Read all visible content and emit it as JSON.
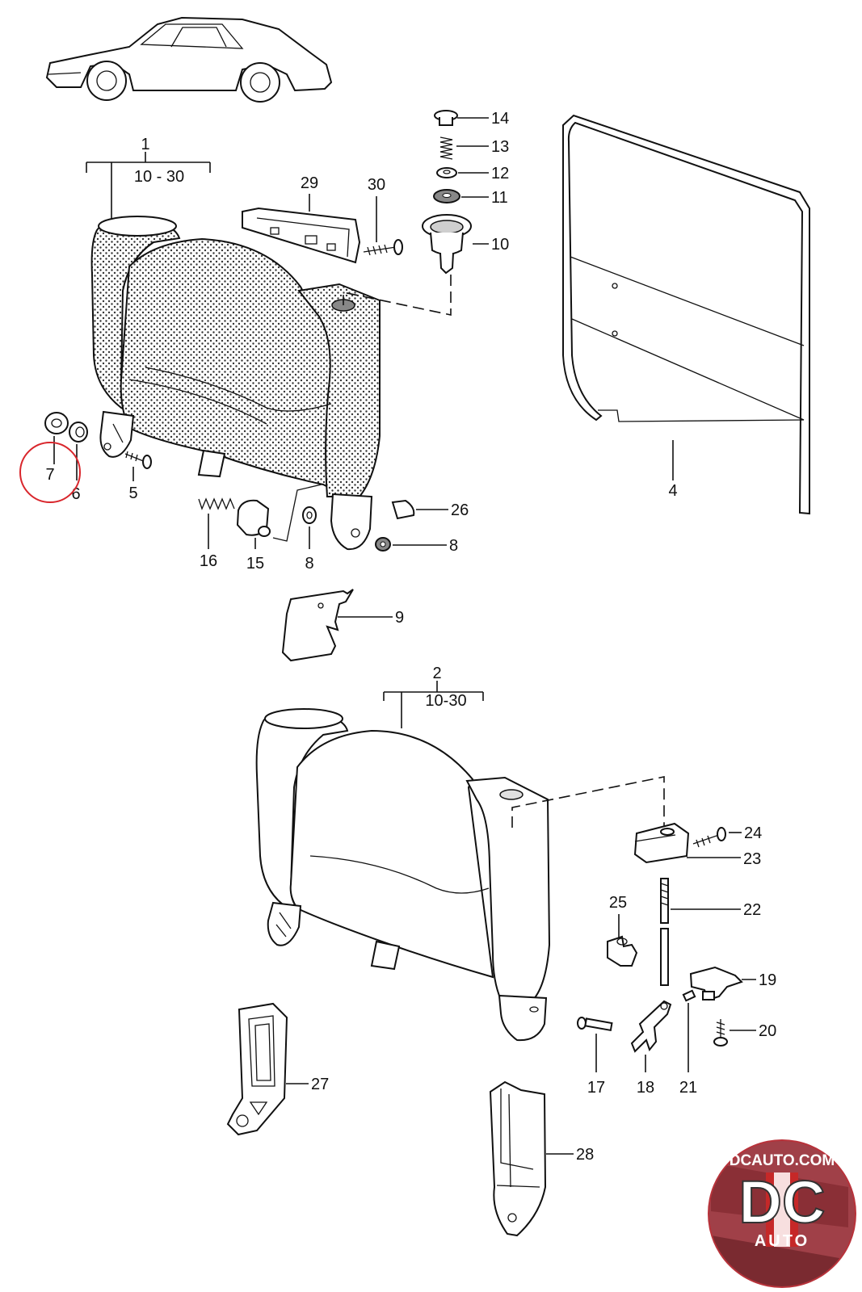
{
  "diagram": {
    "callouts": {
      "p1": "1",
      "p1_range": "10 - 30",
      "p2": "2",
      "p2_range": "10-30",
      "p4": "4",
      "p5": "5",
      "p6": "6",
      "p7": "7",
      "p8a": "8",
      "p8b": "8",
      "p9": "9",
      "p10": "10",
      "p11": "11",
      "p12": "12",
      "p13": "13",
      "p14": "14",
      "p15": "15",
      "p16": "16",
      "p17": "17",
      "p18": "18",
      "p19": "19",
      "p20": "20",
      "p21": "21",
      "p22": "22",
      "p23": "23",
      "p24": "24",
      "p25": "25",
      "p26": "26",
      "p27": "27",
      "p28": "28",
      "p29": "29",
      "p30": "30"
    },
    "highlight_color": "#d9262c",
    "logo": {
      "site": "DCAUTO.COM",
      "mark": "DC",
      "sub": "AUTO",
      "ring_color": "#b8323a",
      "accent_color": "#c62828"
    }
  }
}
